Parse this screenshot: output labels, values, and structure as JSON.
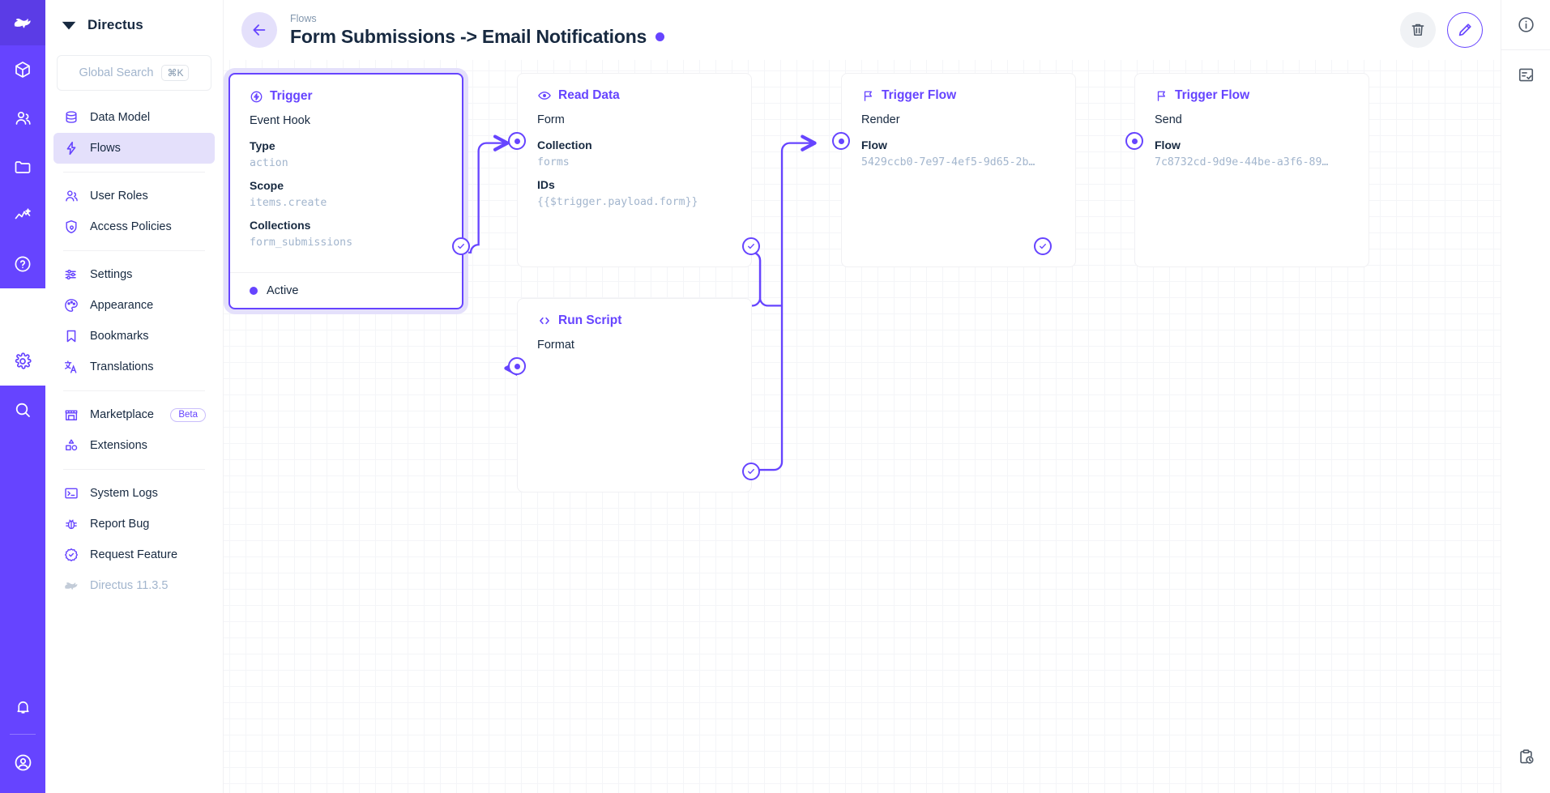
{
  "brand": {
    "name": "Directus",
    "logo_icon": "directus-rabbit-logo"
  },
  "rail": {
    "items": [
      {
        "name": "content",
        "icon": "box-icon"
      },
      {
        "name": "users",
        "icon": "people-icon"
      },
      {
        "name": "files",
        "icon": "folder-icon"
      },
      {
        "name": "insights",
        "icon": "chart-line-icon"
      },
      {
        "name": "docs",
        "icon": "question-circle-icon"
      },
      {
        "name": "settings",
        "icon": "gear-icon"
      },
      {
        "name": "search",
        "icon": "search-icon"
      }
    ],
    "bottom": [
      {
        "name": "notifications",
        "icon": "bell-icon"
      },
      {
        "name": "account",
        "icon": "account-circle-icon"
      }
    ]
  },
  "search": {
    "placeholder": "Global Search",
    "shortcut": "⌘K"
  },
  "sidebar": {
    "groups": [
      {
        "items": [
          {
            "label": "Data Model",
            "icon": "database-icon",
            "active": false
          },
          {
            "label": "Flows",
            "icon": "bolt-icon",
            "active": true
          }
        ]
      },
      {
        "items": [
          {
            "label": "User Roles",
            "icon": "people-icon",
            "active": false
          },
          {
            "label": "Access Policies",
            "icon": "shield-lock-icon",
            "active": false
          }
        ]
      },
      {
        "items": [
          {
            "label": "Settings",
            "icon": "sliders-icon",
            "active": false
          },
          {
            "label": "Appearance",
            "icon": "palette-icon",
            "active": false
          },
          {
            "label": "Bookmarks",
            "icon": "bookmark-icon",
            "active": false
          },
          {
            "label": "Translations",
            "icon": "translate-icon",
            "active": false
          }
        ]
      },
      {
        "items": [
          {
            "label": "Marketplace",
            "icon": "storefront-icon",
            "badge": "Beta",
            "active": false
          },
          {
            "label": "Extensions",
            "icon": "extensions-icon",
            "active": false
          }
        ]
      },
      {
        "items": [
          {
            "label": "System Logs",
            "icon": "terminal-icon",
            "active": false
          },
          {
            "label": "Report Bug",
            "icon": "bug-icon",
            "active": false
          },
          {
            "label": "Request Feature",
            "icon": "check-badge-icon",
            "active": false
          }
        ]
      }
    ],
    "version": {
      "label": "Directus 11.3.5",
      "icon": "directus-rabbit-logo"
    }
  },
  "header": {
    "breadcrumb": "Flows",
    "title": "Form Submissions -> Email Notifications",
    "status_dot_color": "#6644ff",
    "back_icon": "arrow-left-icon",
    "actions": [
      {
        "name": "delete-flow-button",
        "icon": "trash-icon"
      },
      {
        "name": "edit-flow-button",
        "icon": "pencil-icon"
      }
    ]
  },
  "right_rail": {
    "items": [
      {
        "name": "flow-info",
        "icon": "info-circle-icon"
      },
      {
        "name": "flow-logs",
        "icon": "list-check-icon"
      }
    ],
    "bottom": [
      {
        "name": "activity-log",
        "icon": "clipboard-clock-icon"
      }
    ]
  },
  "accent": {
    "primary": "#6644ff",
    "primary_soft": "#e4e0fb",
    "text": "#172940",
    "muted": "#a2b5cd"
  },
  "nodes": [
    {
      "id": "trigger",
      "kind": "trigger",
      "title": "Trigger",
      "title_icon": "trigger-circle-icon",
      "operation": "Event Hook",
      "fields": [
        {
          "key": "Type",
          "value": "action"
        },
        {
          "key": "Scope",
          "value": "items.create"
        },
        {
          "key": "Collections",
          "value": "form_submissions"
        }
      ],
      "footer": {
        "status": "Active"
      }
    },
    {
      "id": "read-data",
      "kind": "operation",
      "title": "Read Data",
      "title_icon": "eye-icon",
      "operation": "Form",
      "fields": [
        {
          "key": "Collection",
          "value": "forms"
        },
        {
          "key": "IDs",
          "value": "{{$trigger.payload.form}}"
        }
      ]
    },
    {
      "id": "run-script",
      "kind": "operation",
      "title": "Run Script",
      "title_icon": "code-brackets-icon",
      "operation": "Format",
      "fields": []
    },
    {
      "id": "trigger-flow-render",
      "kind": "operation",
      "title": "Trigger Flow",
      "title_icon": "flag-icon",
      "operation": "Render",
      "fields": [
        {
          "key": "Flow",
          "value": "5429ccb0-7e97-4ef5-9d65-2b…"
        }
      ]
    },
    {
      "id": "trigger-flow-send",
      "kind": "operation",
      "title": "Trigger Flow",
      "title_icon": "flag-icon",
      "operation": "Send",
      "fields": [
        {
          "key": "Flow",
          "value": "7c8732cd-9d9e-44be-a3f6-89…"
        }
      ]
    }
  ]
}
